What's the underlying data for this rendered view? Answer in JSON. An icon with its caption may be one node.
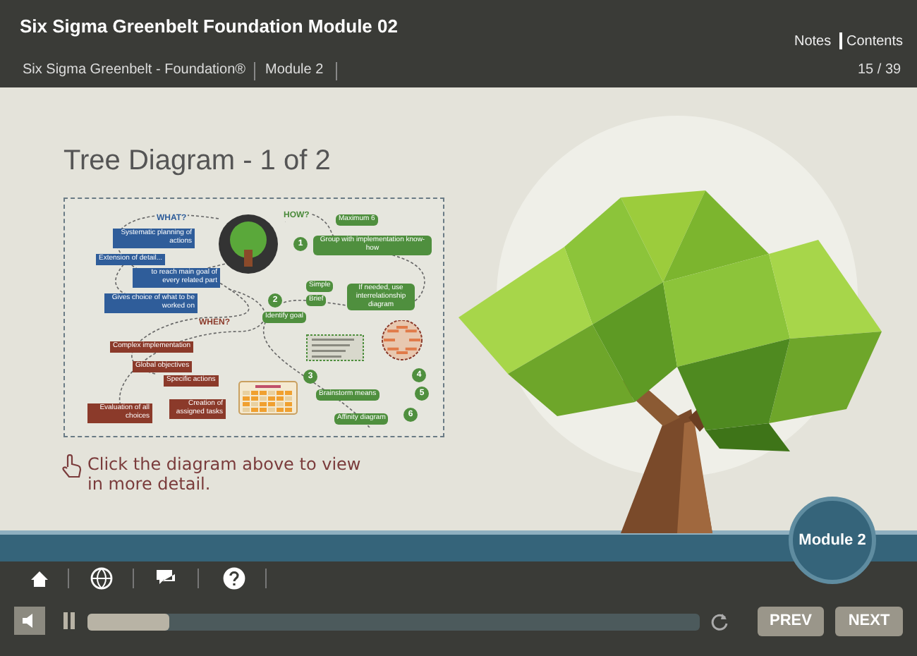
{
  "diagram": {
    "title": "Tree Diagram - 1 of 2",
    "labels": [
      "Six Sigma Greenbelt Foundation Module 02",
      "Notes",
      "Contents",
      "Six Sigma Greenbelt - Foundation®",
      "Module 2",
      "15 / 39",
      "WHAT?",
      "HOW?",
      "Maximum 6",
      "Systematic planning of actions",
      "1",
      "Group with implementation know-how",
      "Extension of detail...",
      "to reach main goal of every related part",
      "Simple",
      "If needed, use interrelationship diagram",
      "2",
      "Brief",
      "Gives choice of what to be worked on",
      "Identify goal",
      "WHEN?",
      "Complex implementation",
      "Global objectives",
      "3",
      "4",
      "Specific actions",
      "Brainstorm means",
      "5",
      "Evaluation of all choices",
      "Creation of assigned tasks",
      "6",
      "Affinity diagram",
      "Click the diagram above to view in more detail.",
      "Module 2",
      "PREV",
      "NEXT"
    ]
  }
}
